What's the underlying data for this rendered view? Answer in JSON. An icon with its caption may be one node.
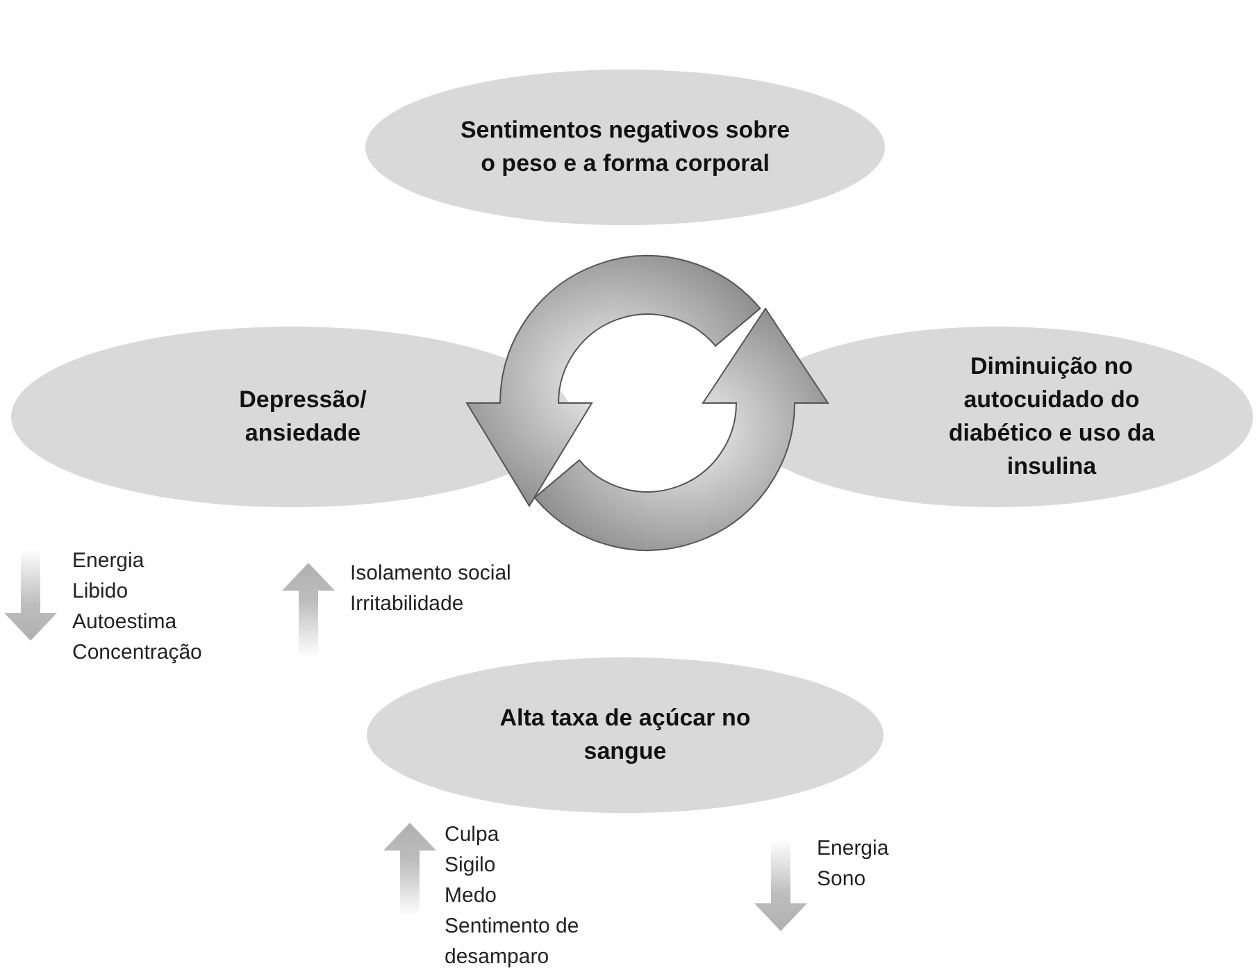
{
  "diagram": {
    "nodes": [
      {
        "text": [
          "Sentimentos negativos sobre o peso e a forma corporal"
        ]
      },
      {
        "text": [
          "Depressão/ ansiedade"
        ]
      },
      {
        "text": [
          "Diminuição no autocuidado do diabético e uso da insulina"
        ]
      },
      {
        "text": [
          "Alta taxa de açúcar no sangue"
        ]
      }
    ],
    "labels": [
      "Energia",
      "Libido",
      "Autoestima",
      "Concentração",
      "Isolamento social",
      "Irritabilidade",
      "Culpa",
      "Sigilo",
      "Medo",
      "Sentimento de desamparo",
      "Energia",
      "Sono"
    ]
  }
}
